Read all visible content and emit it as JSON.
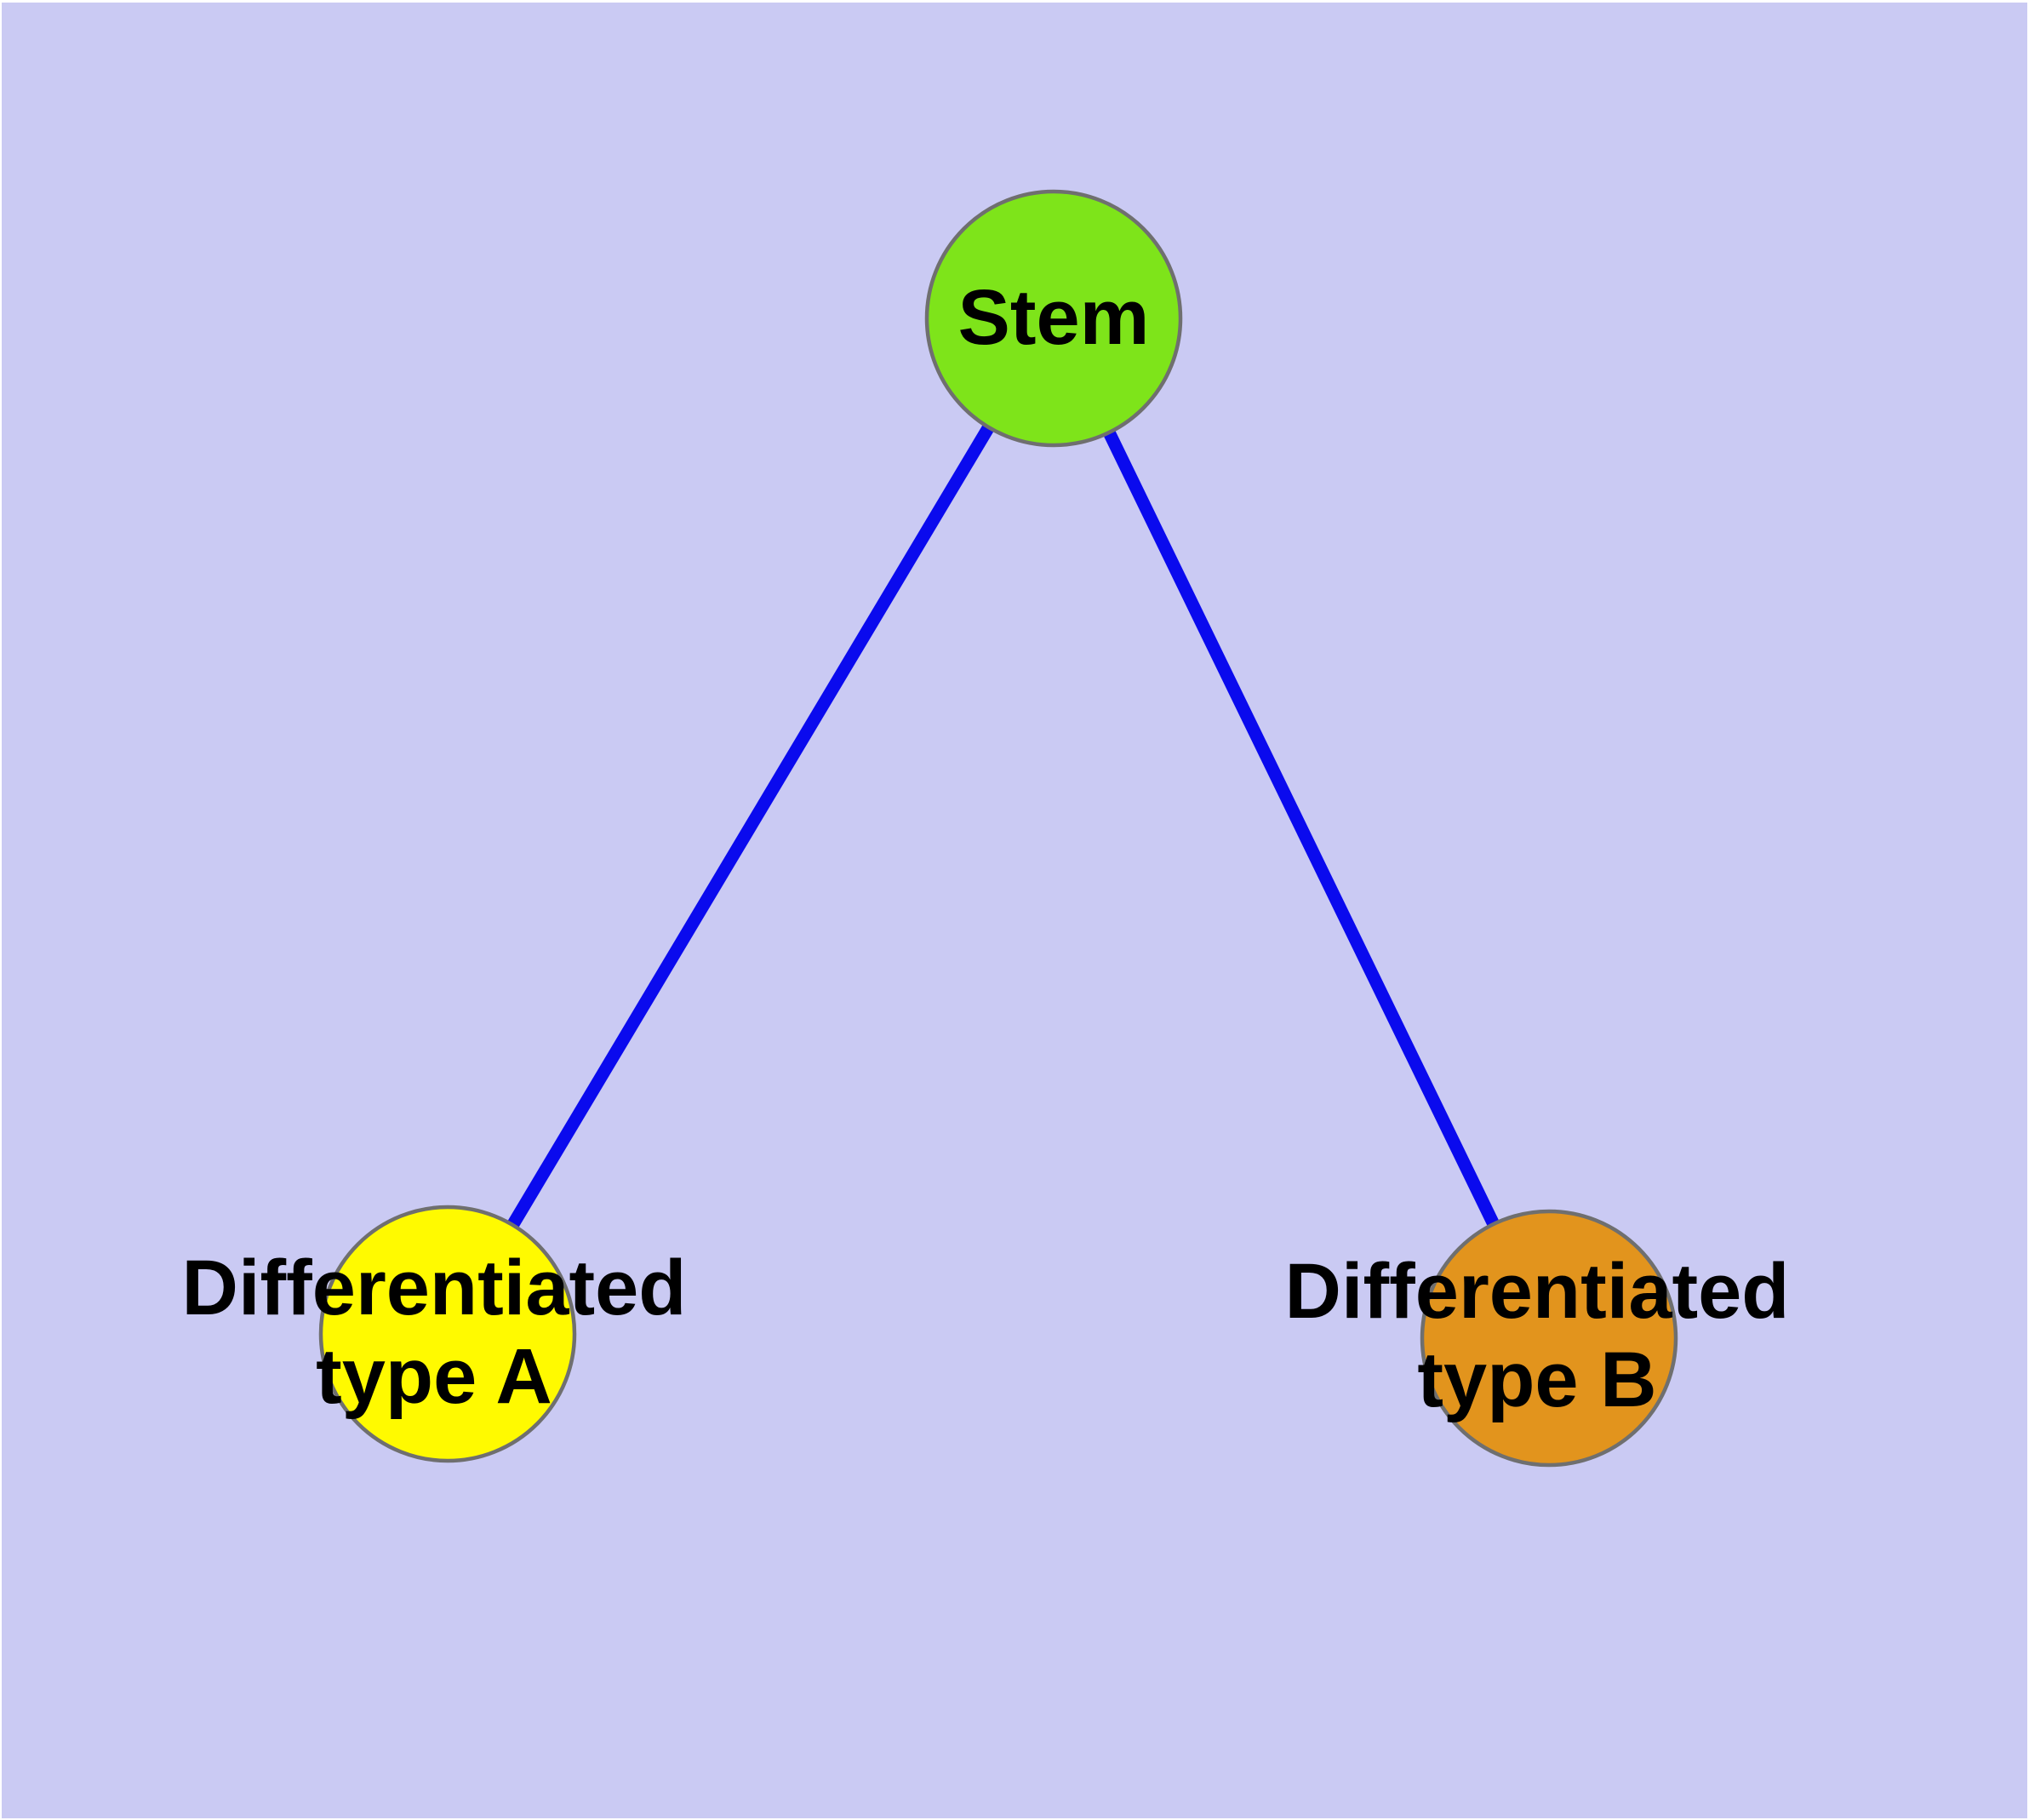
{
  "colors": {
    "canvas_margin": "#FFFFFF",
    "background": "#CACAF3",
    "edge": "#0A0AEE",
    "node_border": "#6F6F6F",
    "label_text": "#000000"
  },
  "nodes": [
    {
      "id": "stem",
      "label": "Stem",
      "color": "#7EE41A"
    },
    {
      "id": "differentiated-type-a",
      "label": "Differentiated\ntype A",
      "color": "#FFFA00"
    },
    {
      "id": "differentiated-type-b",
      "label": "Differentiated\ntype B",
      "color": "#E2941D"
    }
  ],
  "edges": [
    {
      "from": "stem",
      "to": "differentiated-type-a"
    },
    {
      "from": "stem",
      "to": "differentiated-type-b"
    }
  ]
}
